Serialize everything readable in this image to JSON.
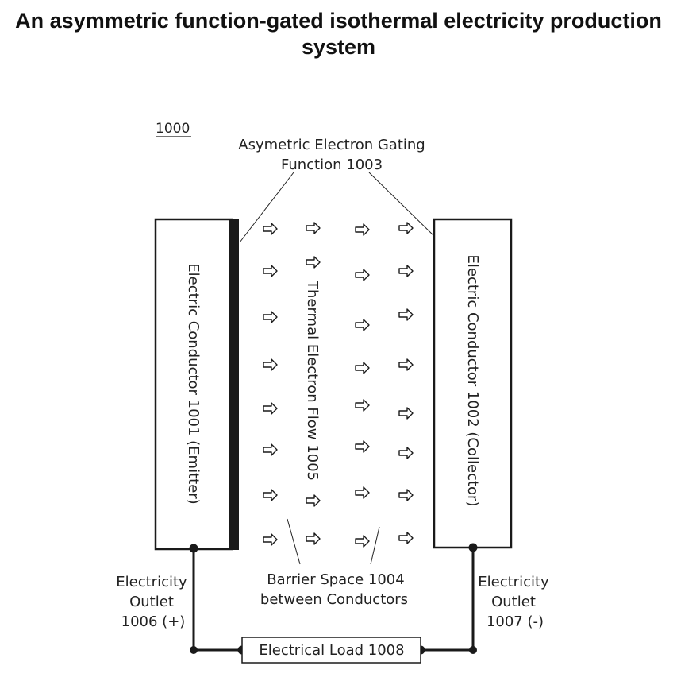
{
  "title": {
    "line1": "An asymmetric function-gated isothermal electricity production",
    "line2": "system"
  },
  "figure_number": "1000",
  "gating_label": {
    "line1": "Asymetric Electron Gating",
    "line2": "Function 1003"
  },
  "emitter_label": "Electric Conductor 1001 (Emitter)",
  "collector_label": "Electric Conductor 1002 (Collector)",
  "flow_label": "Thermal Electron Flow 1005",
  "barrier_label": {
    "line1": "Barrier Space 1004",
    "line2": "between Conductors"
  },
  "outlet_left": {
    "line1": "Electricity",
    "line2": "Outlet",
    "line3": "1006 (+)"
  },
  "outlet_right": {
    "line1": "Electricity",
    "line2": "Outlet",
    "line3": "1007 (-)"
  },
  "load_label": "Electrical Load 1008",
  "colors": {
    "line": "#1a1a1a",
    "text": "#222222",
    "background": "#ffffff"
  },
  "icons": {
    "arrow": "right-arrow-icon"
  }
}
